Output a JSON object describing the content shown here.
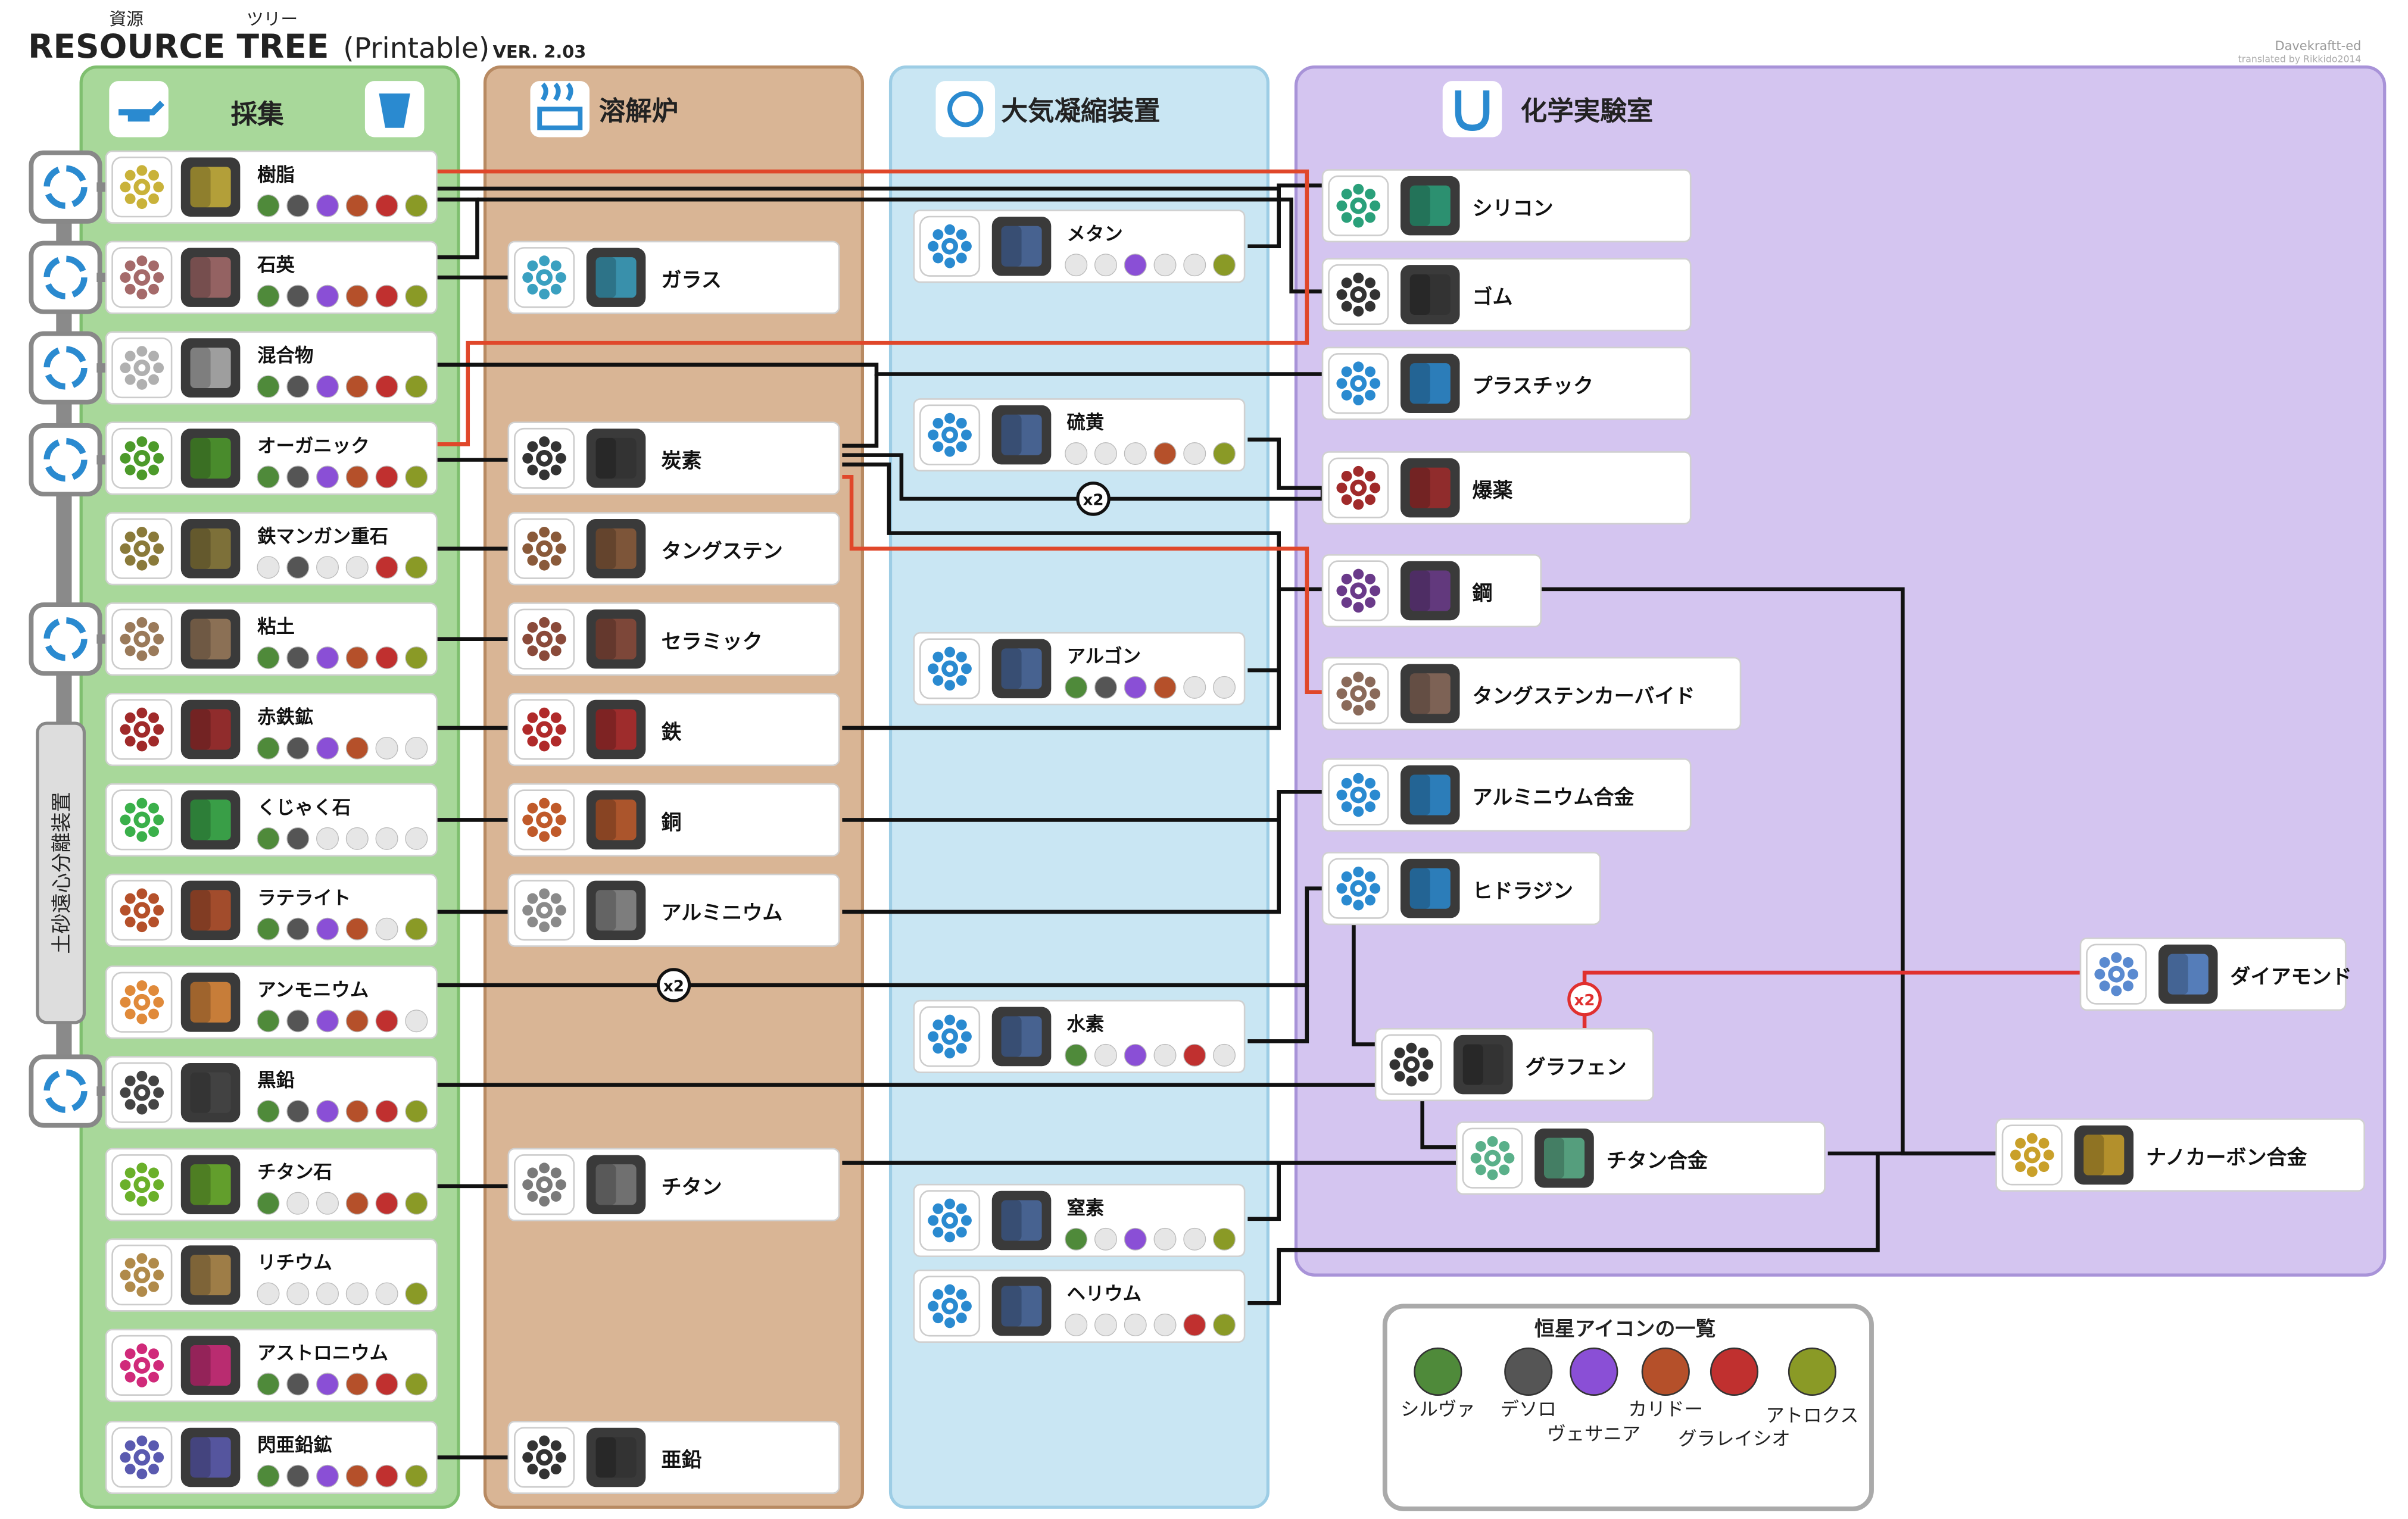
{
  "header": {
    "title": "RESOURCE TREE",
    "title_ruby": "資源",
    "tree_ruby": "ツリー",
    "printable": "(Printable)",
    "version": "VER. 2.03",
    "author": "Davekraftt-ed",
    "translator": "translated by Rikkido2014"
  },
  "columns": {
    "gather": "採集",
    "smelter": "溶解炉",
    "condenser": "大気凝縮装置",
    "lab": "化学実験室"
  },
  "centrifuge": "土砂遠心分離装置",
  "multipliers": {
    "x2": "x2"
  },
  "star_colors": {
    "sylva": "#4f8a3a",
    "desolo": "#555555",
    "vesania": "#8a4fd6",
    "calidor": "#b5502a",
    "glacio": "#c0302f",
    "atrox": "#8a9a26",
    "empty": "#e6e6e6"
  },
  "gather": [
    {
      "name": "樹脂",
      "icon": "resin-icon",
      "color": "#c9b23a",
      "stars": [
        "sylva",
        "desolo",
        "vesania",
        "calidor",
        "glacio",
        "atrox"
      ]
    },
    {
      "name": "石英",
      "icon": "quartz-icon",
      "color": "#a56a6a",
      "stars": [
        "sylva",
        "desolo",
        "vesania",
        "calidor",
        "glacio",
        "atrox"
      ]
    },
    {
      "name": "混合物",
      "icon": "compound-icon",
      "color": "#b0b0b0",
      "stars": [
        "sylva",
        "desolo",
        "vesania",
        "calidor",
        "glacio",
        "atrox"
      ]
    },
    {
      "name": "オーガニック",
      "icon": "organic-icon",
      "color": "#4c9a2a",
      "stars": [
        "sylva",
        "desolo",
        "vesania",
        "calidor",
        "glacio",
        "atrox"
      ]
    },
    {
      "name": "鉄マンガン重石",
      "icon": "wolframite-icon",
      "color": "#8a7a3a",
      "stars": [
        "empty",
        "desolo",
        "empty",
        "empty",
        "glacio",
        "atrox"
      ]
    },
    {
      "name": "粘土",
      "icon": "clay-icon",
      "color": "#9a7a5a",
      "stars": [
        "sylva",
        "desolo",
        "vesania",
        "calidor",
        "glacio",
        "atrox"
      ]
    },
    {
      "name": "赤鉄鉱",
      "icon": "hematite-icon",
      "color": "#a02a2a",
      "stars": [
        "sylva",
        "desolo",
        "vesania",
        "calidor",
        "empty",
        "empty"
      ]
    },
    {
      "name": "くじゃく石",
      "icon": "malachite-icon",
      "color": "#3ab04a",
      "stars": [
        "sylva",
        "desolo",
        "empty",
        "empty",
        "empty",
        "empty"
      ]
    },
    {
      "name": "ラテライト",
      "icon": "laterite-icon",
      "color": "#b5502a",
      "stars": [
        "sylva",
        "desolo",
        "vesania",
        "calidor",
        "empty",
        "atrox"
      ]
    },
    {
      "name": "アンモニウム",
      "icon": "ammonium-icon",
      "color": "#e08a3a",
      "stars": [
        "sylva",
        "desolo",
        "vesania",
        "calidor",
        "glacio",
        "empty"
      ]
    },
    {
      "name": "黒鉛",
      "icon": "graphite-icon",
      "color": "#444444",
      "stars": [
        "sylva",
        "desolo",
        "vesania",
        "calidor",
        "glacio",
        "atrox"
      ]
    },
    {
      "name": "チタン石",
      "icon": "titanite-icon",
      "color": "#6ab02a",
      "stars": [
        "sylva",
        "empty",
        "empty",
        "calidor",
        "glacio",
        "atrox"
      ]
    },
    {
      "name": "リチウム",
      "icon": "lithium-icon",
      "color": "#b08a4a",
      "stars": [
        "empty",
        "empty",
        "empty",
        "empty",
        "empty",
        "atrox"
      ]
    },
    {
      "name": "アストロニウム",
      "icon": "astronium-icon",
      "color": "#d02a7a",
      "stars": [
        "sylva",
        "desolo",
        "vesania",
        "calidor",
        "glacio",
        "atrox"
      ]
    },
    {
      "name": "閃亜鉛鉱",
      "icon": "sphalerite-icon",
      "color": "#5a5ab0",
      "stars": [
        "sylva",
        "desolo",
        "vesania",
        "calidor",
        "glacio",
        "atrox"
      ]
    }
  ],
  "smelter": [
    {
      "name": "ガラス",
      "icon": "glass-icon",
      "color": "#3aa0c0"
    },
    {
      "name": "炭素",
      "icon": "carbon-icon",
      "color": "#333333"
    },
    {
      "name": "タングステン",
      "icon": "tungsten-icon",
      "color": "#8a5a3a"
    },
    {
      "name": "セラミック",
      "icon": "ceramic-icon",
      "color": "#8a4a3a"
    },
    {
      "name": "鉄",
      "icon": "iron-icon",
      "color": "#b02a2a"
    },
    {
      "name": "銅",
      "icon": "copper-icon",
      "color": "#c05a2a"
    },
    {
      "name": "アルミニウム",
      "icon": "aluminum-icon",
      "color": "#8a8a8a"
    },
    {
      "name": "チタン",
      "icon": "titanium-icon",
      "color": "#7a7a7a"
    },
    {
      "name": "亜鉛",
      "icon": "zinc-icon",
      "color": "#333333"
    }
  ],
  "condenser": [
    {
      "name": "メタン",
      "icon": "methane-icon",
      "color": "#2a8ad0",
      "stars": [
        "empty",
        "empty",
        "vesania",
        "empty",
        "empty",
        "atrox"
      ]
    },
    {
      "name": "硫黄",
      "icon": "sulfur-icon",
      "color": "#2a8ad0",
      "stars": [
        "empty",
        "empty",
        "empty",
        "calidor",
        "empty",
        "atrox"
      ]
    },
    {
      "name": "アルゴン",
      "icon": "argon-icon",
      "color": "#2a8ad0",
      "stars": [
        "sylva",
        "desolo",
        "vesania",
        "calidor",
        "empty",
        "empty"
      ]
    },
    {
      "name": "水素",
      "icon": "hydrogen-icon",
      "color": "#2a8ad0",
      "stars": [
        "sylva",
        "empty",
        "vesania",
        "empty",
        "glacio",
        "empty"
      ]
    },
    {
      "name": "窒素",
      "icon": "nitrogen-icon",
      "color": "#2a8ad0",
      "stars": [
        "sylva",
        "empty",
        "vesania",
        "empty",
        "empty",
        "atrox"
      ]
    },
    {
      "name": "ヘリウム",
      "icon": "helium-icon",
      "color": "#2a8ad0",
      "stars": [
        "empty",
        "empty",
        "empty",
        "empty",
        "glacio",
        "atrox"
      ]
    }
  ],
  "lab": [
    {
      "name": "シリコン",
      "icon": "silicone-icon",
      "color": "#2aa07a"
    },
    {
      "name": "ゴム",
      "icon": "rubber-icon",
      "color": "#333333"
    },
    {
      "name": "プラスチック",
      "icon": "plastic-icon",
      "color": "#2a8ad0"
    },
    {
      "name": "爆薬",
      "icon": "explosive-icon",
      "color": "#a02a2a"
    },
    {
      "name": "鋼",
      "icon": "steel-icon",
      "color": "#6a3a8a"
    },
    {
      "name": "タングステンカーバイド",
      "icon": "tungsten-carbide-icon",
      "color": "#8a6a5a"
    },
    {
      "name": "アルミニウム合金",
      "icon": "aluminum-alloy-icon",
      "color": "#2a8ad0"
    },
    {
      "name": "ヒドラジン",
      "icon": "hydrazine-icon",
      "color": "#2a8ad0"
    },
    {
      "name": "グラフェン",
      "icon": "graphene-icon",
      "color": "#333333"
    },
    {
      "name": "チタン合金",
      "icon": "titanium-alloy-icon",
      "color": "#5ab08a"
    },
    {
      "name": "ダイアモンド",
      "icon": "diamond-icon",
      "color": "#5a8ad0"
    },
    {
      "name": "ナノカーボン合金",
      "icon": "nanocarbon-alloy-icon",
      "color": "#c9a02a"
    }
  ],
  "legend": {
    "title": "恒星アイコンの一覧",
    "planets": [
      {
        "name": "シルヴァ",
        "color": "#4f8a3a"
      },
      {
        "name": "デソロ",
        "color": "#555555"
      },
      {
        "name": "ヴェサニア",
        "color": "#8a4fd6"
      },
      {
        "name": "カリドー",
        "color": "#b5502a"
      },
      {
        "name": "グラレイシオ",
        "color": "#c0302f"
      },
      {
        "name": "アトロクス",
        "color": "#8a9a26"
      }
    ]
  }
}
